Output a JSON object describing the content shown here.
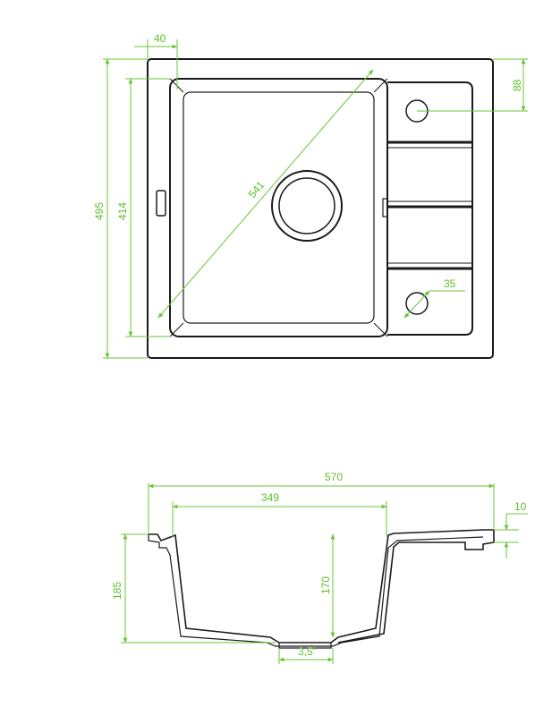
{
  "top_view": {
    "dimensions": {
      "drain_offset": "40",
      "overall_depth": "495",
      "bowl_depth": "414",
      "bowl_diagonal": "541",
      "tap_hole_offset": "88",
      "tap_hole_diameter": "35"
    }
  },
  "section_view": {
    "dimensions": {
      "overall_width": "570",
      "bowl_width": "349",
      "rim_thickness": "10",
      "overall_height": "185",
      "bowl_height": "170",
      "drain_size": "3,5\""
    }
  },
  "colors": {
    "dimension": "#5cbf2a",
    "outline": "#1a1a1a"
  }
}
